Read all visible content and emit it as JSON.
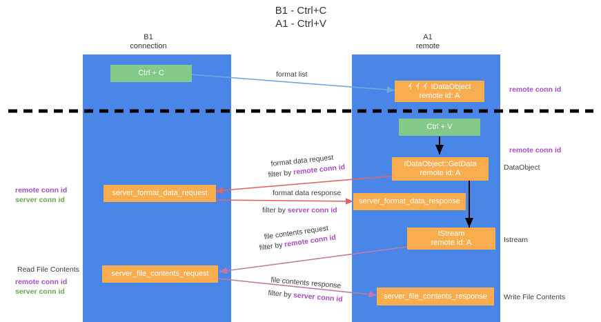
{
  "title": "B1 - Ctrl+C\nA1 - Ctrl+V",
  "colors": {
    "lane": "#4a86e8",
    "green_node": "#83c98a",
    "orange_node": "#f9ad4f",
    "remote_conn_id": "#a64dc4",
    "server_conn_id": "#6aa84f",
    "format_list_arrow": "#6fa8dc",
    "format_data_arrow": "#e06666",
    "file_contents_arrow": "#c27ba0",
    "black_arrow": "#000000",
    "divider": "#000000"
  },
  "columns": [
    {
      "id": "b1",
      "title": "B1",
      "subtitle": "connection"
    },
    {
      "id": "a1",
      "title": "A1",
      "subtitle": "remote"
    }
  ],
  "nodes": [
    {
      "id": "ctrl-c",
      "label": "Ctrl + C",
      "style": "green"
    },
    {
      "id": "idataobject",
      "label": "⺅⺅⺅IDataObject\nremote id: A",
      "style": "orange"
    },
    {
      "id": "ctrl-v",
      "label": "Ctrl + V",
      "style": "green"
    },
    {
      "id": "getdata",
      "label": "IDataObject::GetData\nremote id: A",
      "style": "orange"
    },
    {
      "id": "server-format-data-request",
      "label": "server_format_data_request",
      "style": "orange"
    },
    {
      "id": "server-format-data-response",
      "label": "server_format_data_response",
      "style": "orange"
    },
    {
      "id": "istream",
      "label": "IStream\nremote id: A",
      "style": "orange"
    },
    {
      "id": "server-file-contents-request",
      "label": "server_file_contents_request",
      "style": "orange"
    },
    {
      "id": "server-file-contents-response",
      "label": "server_file_contents_response",
      "style": "orange"
    }
  ],
  "edge_labels": {
    "format_list": "format list",
    "format_data_request": "format data request",
    "format_data_request_filter_prefix": "filter by ",
    "format_data_request_filter_key": "remote conn id",
    "format_data_response": "format data response",
    "format_data_response_filter_prefix": "filter by ",
    "format_data_response_filter_key": "server conn id",
    "file_contents_request": "file contents request",
    "file_contents_request_filter_prefix": "filter by ",
    "file_contents_request_filter_key": "remote conn id",
    "file_contents_response": "file contents response",
    "file_contents_response_filter_prefix": "filter by ",
    "file_contents_response_filter_key": "server conn id"
  },
  "right_annotations": [
    {
      "id": "remote-conn-id-top",
      "text": "remote conn id",
      "kind": "key-purple"
    },
    {
      "id": "remote-conn-id-mid",
      "text": "remote conn id",
      "kind": "key-purple"
    },
    {
      "id": "dataobject",
      "text": "DataObject",
      "kind": "plain"
    },
    {
      "id": "istream-annot",
      "text": "Istream",
      "kind": "plain"
    },
    {
      "id": "write-file-contents",
      "text": "Write File Contents",
      "kind": "plain"
    }
  ],
  "left_annotations": [
    {
      "id": "remote-conn-id-left",
      "text": "remote conn id",
      "kind": "key-purple"
    },
    {
      "id": "server-conn-id-left",
      "text": "server conn id",
      "kind": "key-green"
    },
    {
      "id": "read-file-contents",
      "text": "Read File Contents",
      "kind": "plain"
    },
    {
      "id": "remote-conn-id-left2",
      "text": "remote conn id",
      "kind": "key-purple"
    },
    {
      "id": "server-conn-id-left2",
      "text": "server conn id",
      "kind": "key-green"
    }
  ]
}
